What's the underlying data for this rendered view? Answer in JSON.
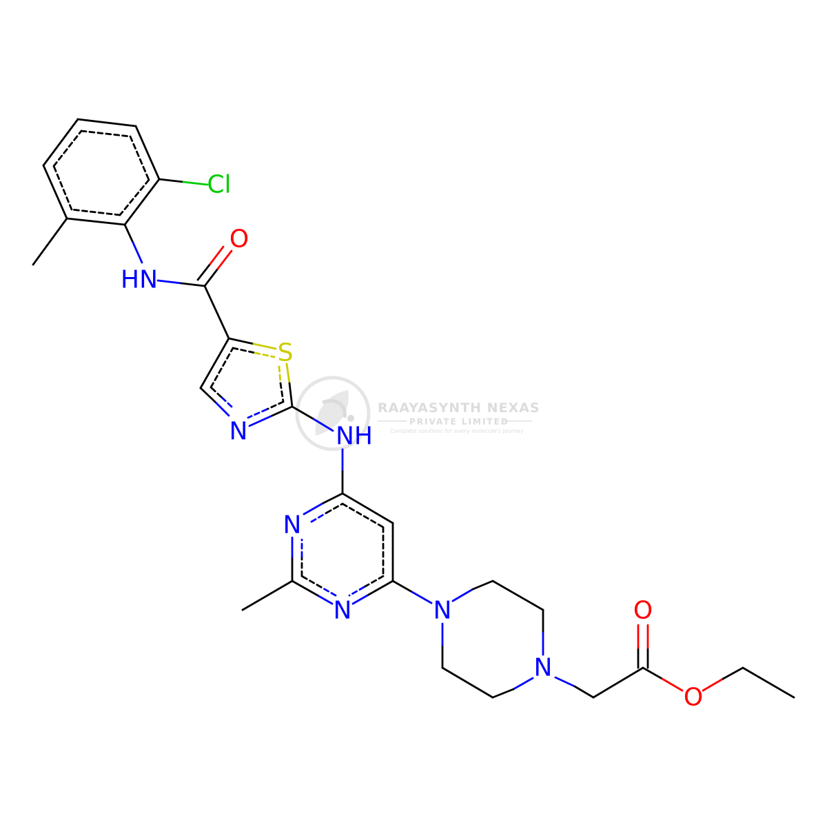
{
  "colors": {
    "carbon": "#000000",
    "nitrogen": "#0000ff",
    "oxygen": "#ff0000",
    "sulfur": "#cccc00",
    "chlorine": "#00cc00",
    "watermark": "#dcdcdc"
  },
  "atom_labels": {
    "cl": "Cl",
    "o_amide": "O",
    "nh_amide": "HN",
    "s_thiazole": "S",
    "n_thiazole": "N",
    "nh_linker": "NH",
    "n_pyr_top": "N",
    "n_pyr_bottom": "N",
    "n_pip_left": "N",
    "n_pip_right": "N",
    "o_carbonyl": "O",
    "o_ester": "O"
  },
  "watermark": {
    "company": "RAAYASYNTH NEXAS",
    "subtitle": "PRIVATE LIMITED",
    "tagline": "Complete solutions for every molecule's journey",
    "logo_icon": "leaf-logo-icon"
  }
}
